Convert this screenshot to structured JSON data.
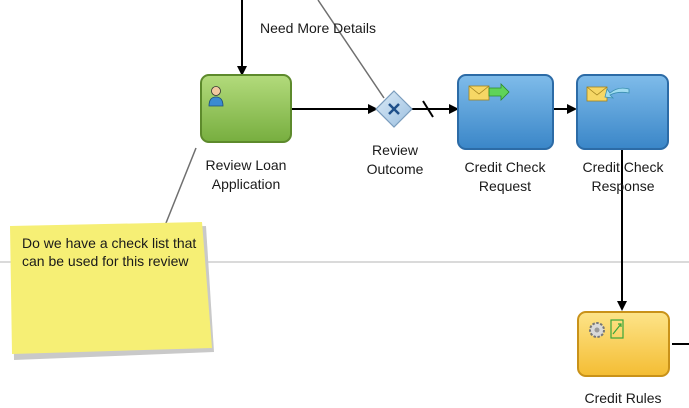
{
  "diagram": {
    "flow_label": "Need More Details",
    "tasks": {
      "review_loan": {
        "line1": "Review Loan",
        "line2": "Application"
      },
      "credit_check_request": {
        "line1": "Credit Check",
        "line2": "Request"
      },
      "credit_check_response": {
        "line1": "Credit Check",
        "line2": "Response"
      },
      "credit_rules": {
        "line1": "Credit Rules"
      }
    },
    "gateway": {
      "line1": "Review",
      "line2": "Outcome"
    },
    "note": {
      "text": "Do we have a check list that can be used for this review"
    }
  },
  "colors": {
    "human_task_fill": "#8dc352",
    "service_task_fill": "#4f9ad8",
    "rules_task_fill": "#f7c949",
    "note_fill": "#f7f07a",
    "gateway_fill": "#b8d3ea"
  }
}
